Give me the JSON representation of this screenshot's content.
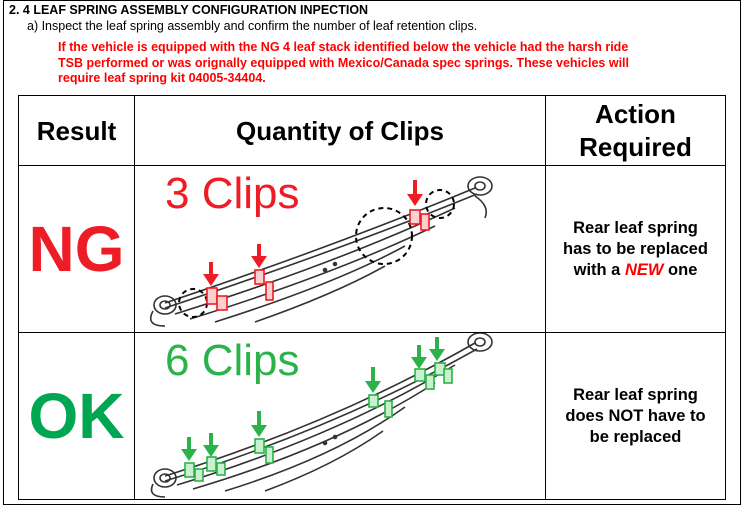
{
  "section": {
    "heading": "2.  4 LEAF SPRING ASSEMBLY CONFIGURATION INPECTION",
    "step": "a)  Inspect the leaf spring assembly and confirm the number of leaf retention clips.",
    "note": "If the vehicle is equipped with the NG 4 leaf stack identified below the vehicle had the harsh ride\nTSB performed or was orignally equipped with Mexico/Canada spec springs. These vehicles will\nrequire leaf spring kit 04005-34404."
  },
  "table": {
    "headers": {
      "result": "Result",
      "quantity": "Quantity of Clips",
      "action": "Action\nRequired"
    },
    "rows": [
      {
        "result": "NG",
        "clips": "3 Clips",
        "action_line1": "Rear leaf spring",
        "action_line2": "has to be replaced",
        "action_line3_pre": "with a ",
        "action_line3_em": "NEW",
        "action_line3_post": " one"
      },
      {
        "result": "OK",
        "clips": "6 Clips",
        "action_line1": "Rear leaf spring",
        "action_line2": "does NOT have to",
        "action_line3": "be replaced"
      }
    ]
  },
  "colors": {
    "note_red": "#ff0000",
    "ng_red": "#ee1c24",
    "ok_green": "#00a651",
    "clip_green": "#2bb24a",
    "new_red": "#ff0000"
  },
  "icons": {
    "ng_spring": "leaf-spring-3-clips-illustration",
    "ok_spring": "leaf-spring-6-clips-illustration"
  }
}
